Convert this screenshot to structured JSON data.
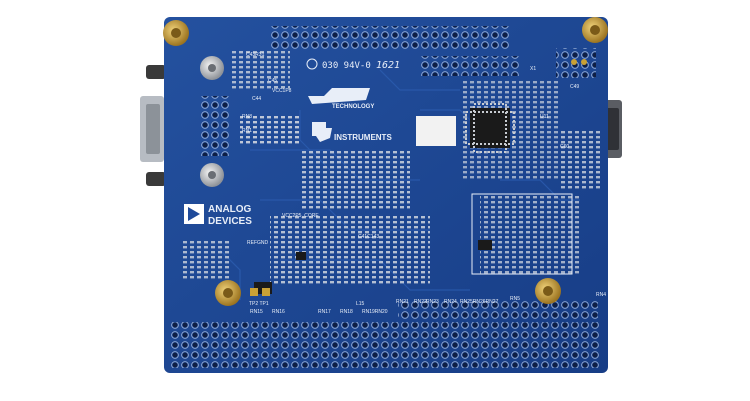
{
  "board": {
    "logo_analog_line1": "ANALOG",
    "logo_analog_line2": "DEVICES",
    "logo_ti_line": "INSTRUMENTS",
    "logo_lt_line": "TECHNOLOGY",
    "stamp_code": "030 94V-0",
    "stamp_date": "1621",
    "labels": {
      "vcc2p5_core": "VCC2P5_CORE",
      "vcc1p8": "VCC1P8",
      "refgnd": "REFGND",
      "c43": "C43R31",
      "c45": "C45",
      "c44": "C44",
      "c49": "C49",
      "c60": "C60",
      "c141": "C41C143",
      "rn1": "RN1",
      "rn8": "RN8",
      "rn15": "RN15",
      "rn16": "RN16",
      "rn17": "RN17",
      "rn18": "RN18",
      "rn19": "RN19RN20",
      "rn21": "RN21",
      "rn22": "RN22",
      "rn23": "RN23",
      "rn24": "RN24",
      "rn25": "RN25RN26RN27",
      "rn5": "RN5",
      "rn4": "RN4",
      "x1": "X1",
      "l15": "L15",
      "tp": "TP2 TP1",
      "u11": "U11"
    }
  },
  "colors": {
    "background": "#ffffff",
    "pcb": "#1f4a9a",
    "pcb_dark": "#173a80",
    "trace": "#2c5cb0",
    "gold": "#c9a135",
    "silk": "#e8eef8",
    "chip": "#1a1a1a"
  }
}
